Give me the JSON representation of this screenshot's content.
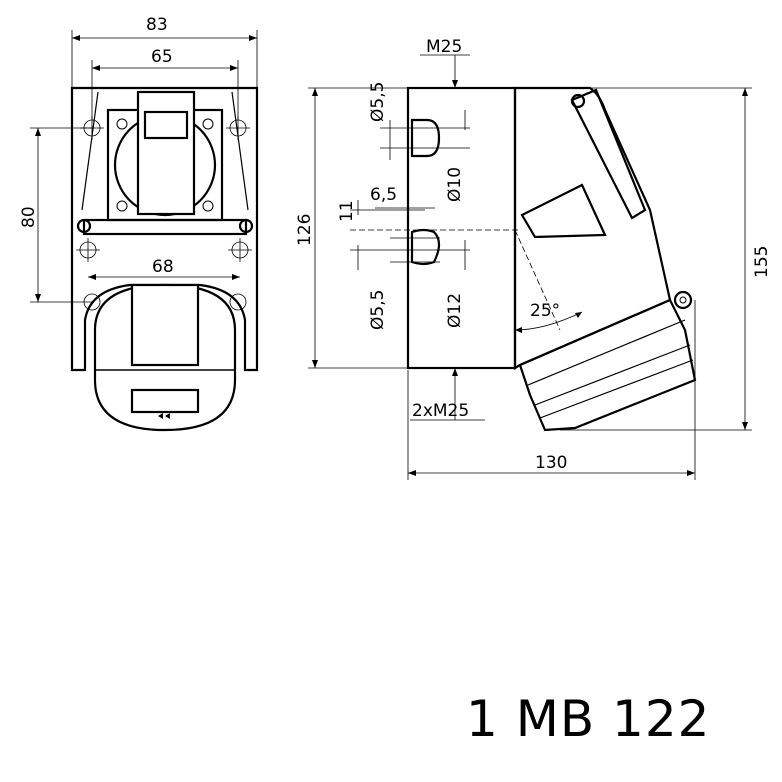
{
  "front_view": {
    "dim_width_outer": "83",
    "dim_width_inner": "65",
    "dim_height_holes": "80",
    "dim_width_holes": "68"
  },
  "side_view": {
    "cable_entry_top": "M25",
    "hole_small_top": "Ø5,5",
    "hole_diameter_10": "Ø10",
    "dim_11": "11",
    "dim_6_5": "6,5",
    "dim_height": "126",
    "hole_small_bottom": "Ø5,5",
    "hole_diameter_12": "Ø12",
    "angle": "25°",
    "dim_total_height": "155",
    "cable_entry_bottom": "2xM25",
    "dim_depth": "130"
  },
  "model_number": "1 MB 122"
}
